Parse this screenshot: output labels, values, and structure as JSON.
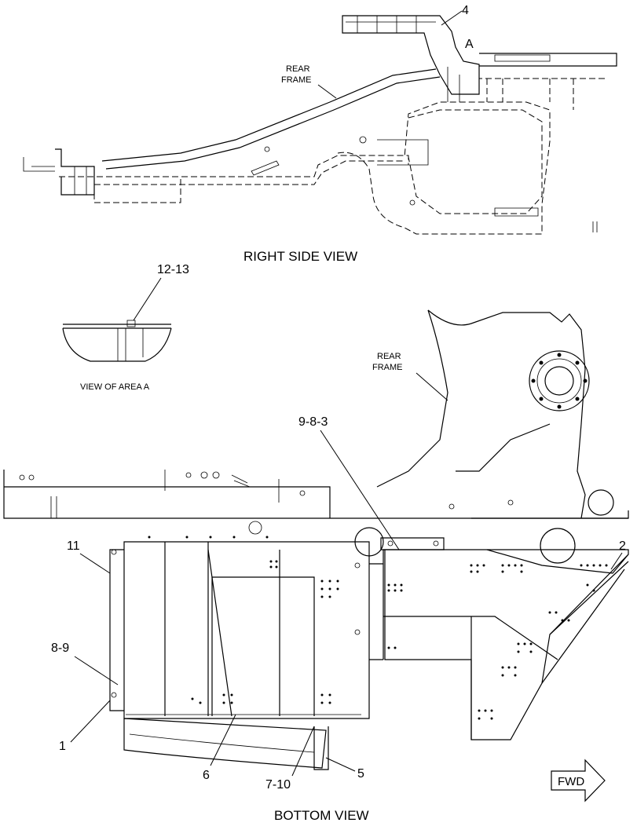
{
  "views": {
    "right_side": "RIGHT SIDE VIEW",
    "area_a": "VIEW OF AREA A",
    "bottom": "BOTTOM VIEW"
  },
  "labels": {
    "rear_frame_top_line1": "REAR",
    "rear_frame_top_line2": "FRAME",
    "rear_frame_bottom_line1": "REAR",
    "rear_frame_bottom_line2": "FRAME",
    "area_marker": "A",
    "fwd": "FWD"
  },
  "callouts": {
    "c4": "4",
    "c12_13": "12-13",
    "c9_8_3": "9-8-3",
    "c2": "2",
    "c11": "11",
    "c8_9": "8-9",
    "c1": "1",
    "c6": "6",
    "c7_10": "7-10",
    "c5": "5"
  }
}
